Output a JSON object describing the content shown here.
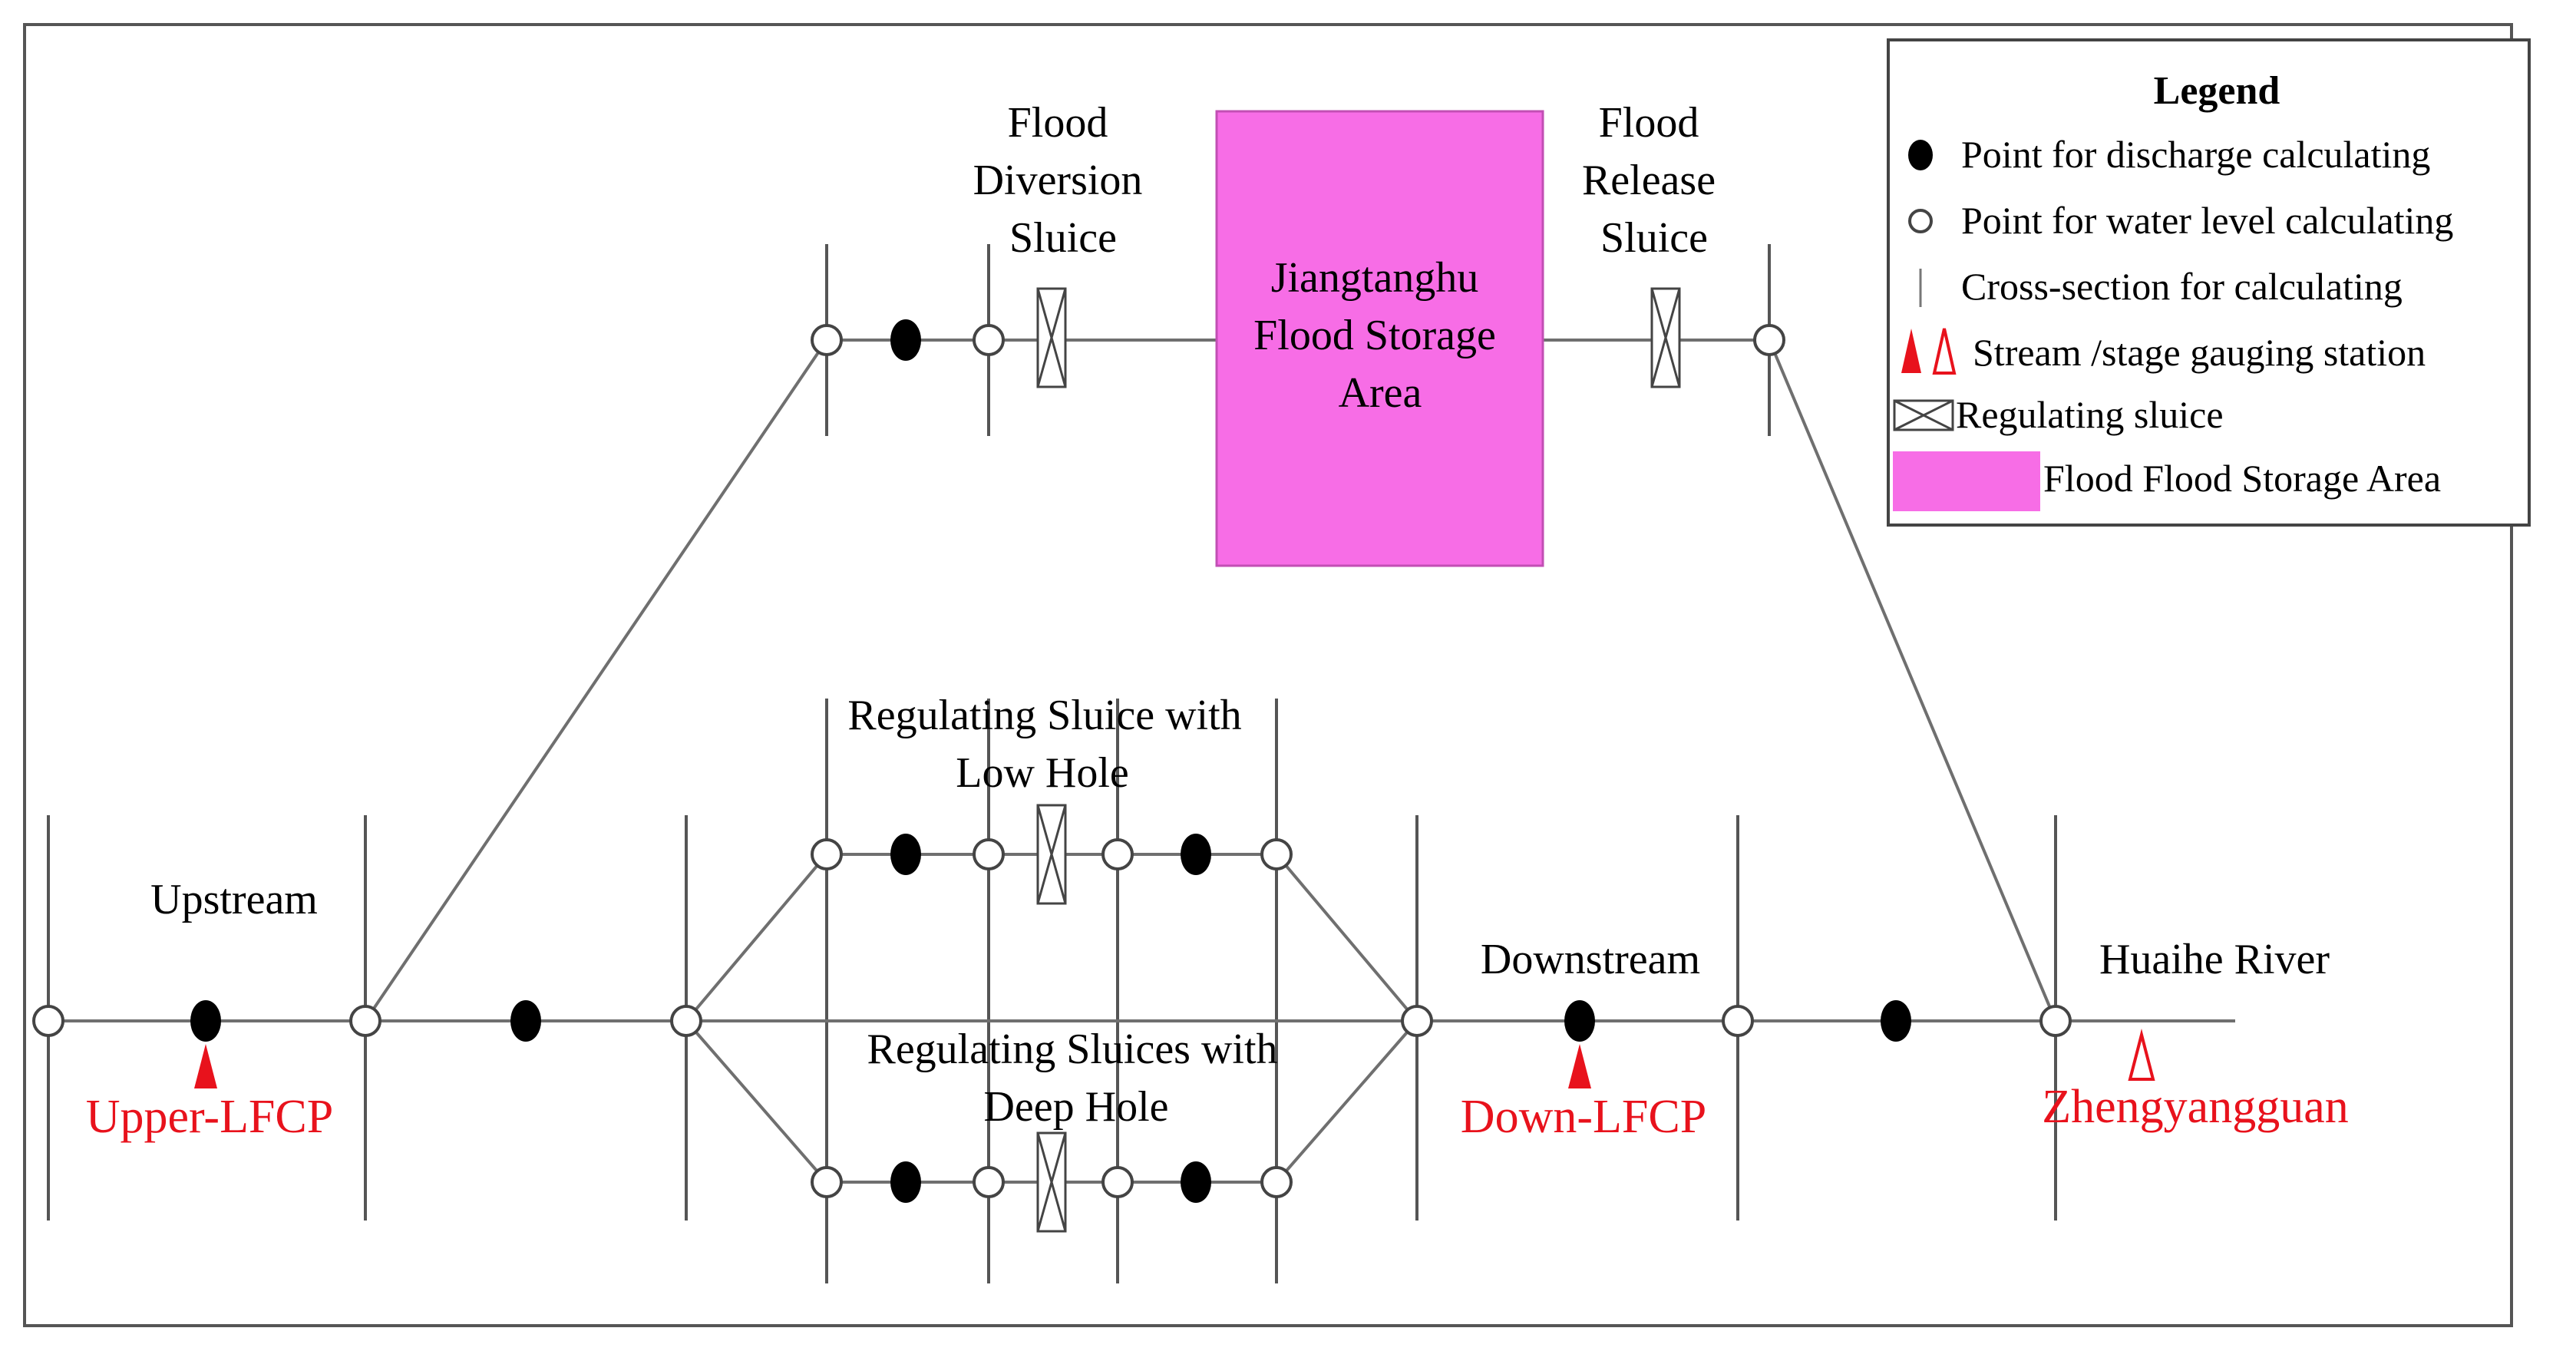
{
  "labels": {
    "flood_diversion_sluice": [
      "Flood",
      "Diversion",
      "Sluice"
    ],
    "storage_area": [
      "Jiangtanghu",
      "Flood Storage",
      "Area"
    ],
    "flood_release_sluice": [
      "Flood",
      "Release",
      "Sluice"
    ],
    "low_hole": [
      "Regulating Sluice with",
      "Low Hole"
    ],
    "deep_hole": [
      "Regulating Sluices with",
      "Deep Hole"
    ],
    "upstream": "Upstream",
    "downstream": "Downstream",
    "river": "Huaihe River"
  },
  "stations": {
    "upper": "Upper-LFCP",
    "down": "Down-LFCP",
    "zheng": "Zhengyangguan"
  },
  "legend": {
    "title": "Legend",
    "items": [
      "Point for discharge calculating",
      "Point for water level calculating",
      "Cross-section for calculating",
      "Stream /stage gauging station",
      "Regulating sluice",
      "Flood Flood Storage Area"
    ]
  },
  "colors": {
    "storage_fill": "#f76de6",
    "station_red": "#e8121c"
  }
}
